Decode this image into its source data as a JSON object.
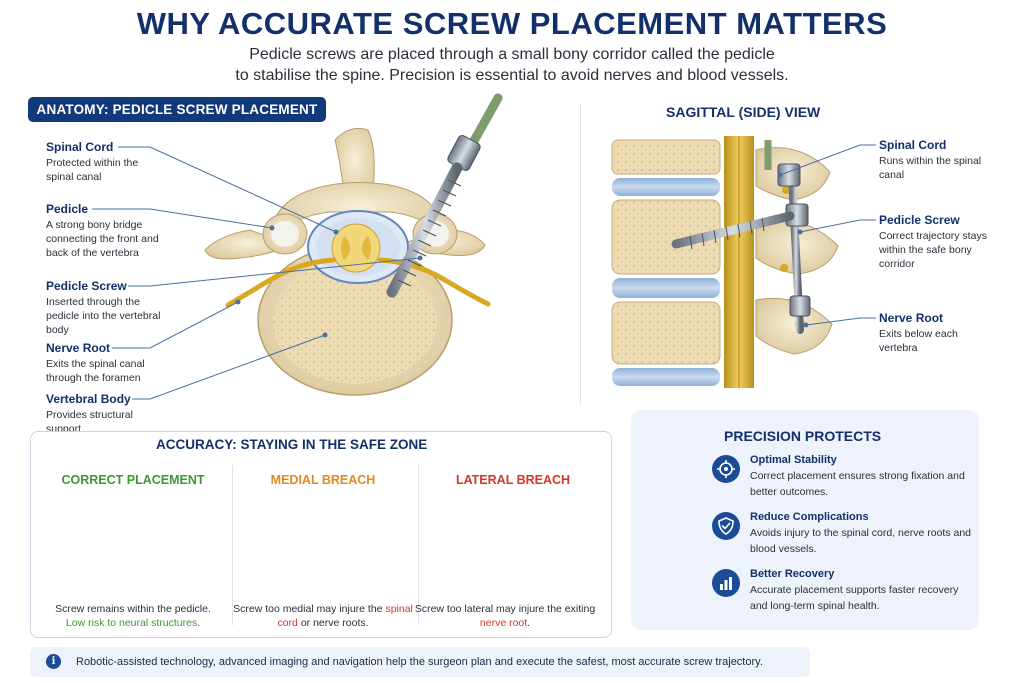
{
  "header": {
    "title": "WHY ACCURATE SCREW PLACEMENT MATTERS",
    "subtitle_line1": "Pedicle screws are placed through a small bony corridor called the pedicle",
    "subtitle_line2": "to stabilise the spine. Precision is essential to avoid nerves and blood vessels."
  },
  "anatomy": {
    "banner": "ANATOMY: PEDICLE SCREW PLACEMENT",
    "callouts": [
      {
        "title": "Spinal Cord",
        "desc": "Protected within the spinal canal"
      },
      {
        "title": "Pedicle",
        "desc": "A strong bony bridge connecting the front and back of the vertebra"
      },
      {
        "title": "Pedicle Screw",
        "desc": "Inserted through the pedicle into the vertebral body"
      },
      {
        "title": "Nerve Root",
        "desc": "Exits the spinal canal through the foramen"
      },
      {
        "title": "Vertebral Body",
        "desc": "Provides structural support"
      }
    ]
  },
  "sagittal": {
    "title": "SAGITTAL (SIDE) VIEW",
    "callouts": [
      {
        "title": "Spinal Cord",
        "desc": "Runs within the spinal canal"
      },
      {
        "title": "Pedicle Screw",
        "desc": "Correct trajectory stays within the safe bony corridor"
      },
      {
        "title": "Nerve Root",
        "desc": "Exits below each vertebra"
      }
    ]
  },
  "accuracy": {
    "title": "ACCURACY: STAYING IN THE SAFE ZONE",
    "cases": [
      {
        "title": "CORRECT PLACEMENT",
        "color": "#3a9a2e",
        "desc_pre": "Screw remains within the pedicle.",
        "desc_highlight": "Low risk to neural structures.",
        "desc_post": ""
      },
      {
        "title": "MEDIAL BREACH",
        "color": "#e08a1e",
        "desc_pre": "Screw too medial may injure the",
        "desc_highlight": "spinal cord",
        "desc_post": "or nerve roots."
      },
      {
        "title": "LATERAL BREACH",
        "color": "#d9342b",
        "desc_pre": "Screw too lateral may injure the exiting",
        "desc_highlight": "nerve root",
        "desc_post": "."
      }
    ]
  },
  "protects": {
    "title": "PRECISION PROTECTS",
    "benefits": [
      {
        "title": "Optimal Stability",
        "desc": "Correct placement ensures strong fixation and better outcomes.",
        "icon": "crosshair-icon"
      },
      {
        "title": "Reduce Complications",
        "desc": "Avoids injury to the spinal cord, nerve roots and blood vessels.",
        "icon": "shield-check-icon"
      },
      {
        "title": "Better Recovery",
        "desc": "Accurate placement supports faster recovery and long-term spinal health.",
        "icon": "bar-chart-icon"
      }
    ]
  },
  "footer": {
    "text": "Robotic-assisted technology, advanced imaging and navigation help the surgeon plan and execute the safest, most accurate screw trajectory.",
    "icon": "i"
  },
  "colors": {
    "navy": "#13306b",
    "bone": "#efe2c2",
    "nerve": "#d9a820",
    "correct": "#3a9a2e",
    "medial": "#e08a1e",
    "lateral": "#d9342b"
  }
}
